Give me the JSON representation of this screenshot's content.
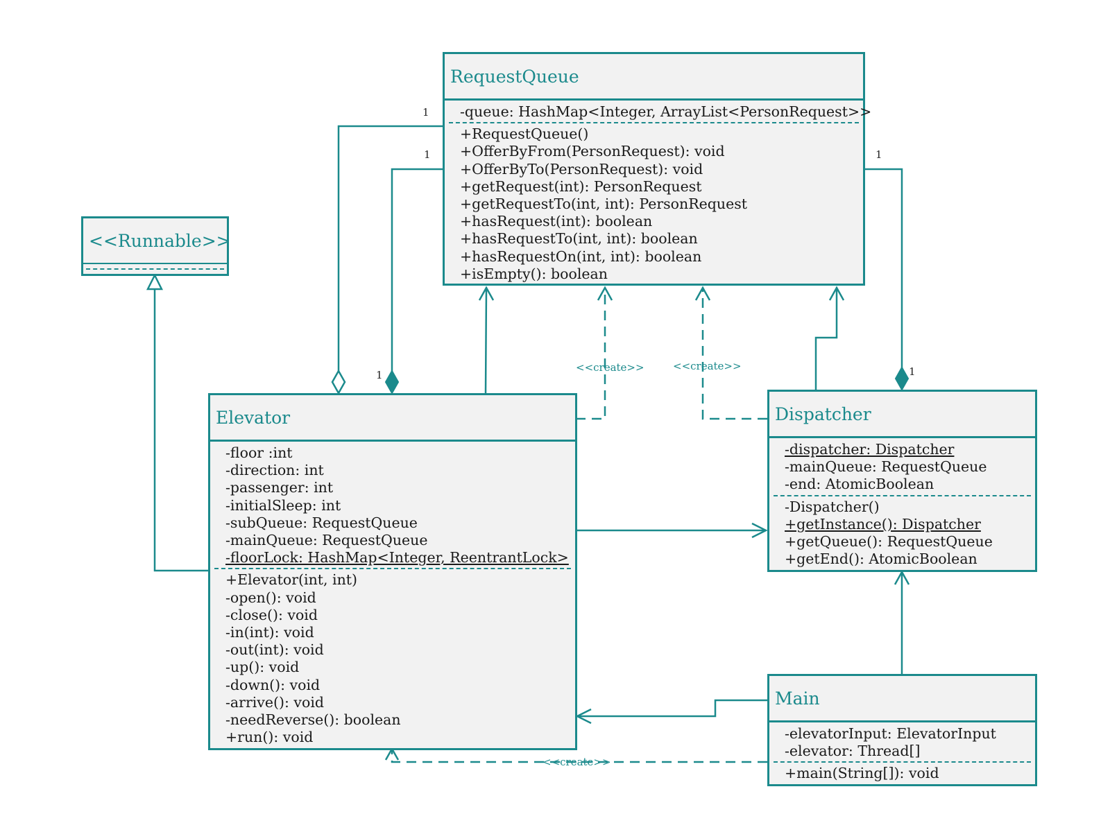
{
  "classes": {
    "request_queue": {
      "name": "RequestQueue",
      "attributes": [
        {
          "text": "-queue: HashMap<Integer, ArrayList<PersonRequest>>",
          "static": false
        }
      ],
      "methods": [
        {
          "text": "+RequestQueue()",
          "static": false
        },
        {
          "text": "+OfferByFrom(PersonRequest): void",
          "static": false
        },
        {
          "text": "+OfferByTo(PersonRequest): void",
          "static": false
        },
        {
          "text": "+getRequest(int): PersonRequest",
          "static": false
        },
        {
          "text": "+getRequestTo(int, int): PersonRequest",
          "static": false
        },
        {
          "text": "+hasRequest(int): boolean",
          "static": false
        },
        {
          "text": "+hasRequestTo(int, int): boolean",
          "static": false
        },
        {
          "text": "+hasRequestOn(int, int): boolean",
          "static": false
        },
        {
          "text": "+isEmpty(): boolean",
          "static": false
        }
      ]
    },
    "runnable": {
      "name": "<<Runnable>>",
      "attributes": [],
      "methods": []
    },
    "elevator": {
      "name": "Elevator",
      "attributes": [
        {
          "text": "-floor :int",
          "static": false
        },
        {
          "text": "-direction: int",
          "static": false
        },
        {
          "text": "-passenger: int",
          "static": false
        },
        {
          "text": "-initialSleep: int",
          "static": false
        },
        {
          "text": "-subQueue: RequestQueue",
          "static": false
        },
        {
          "text": "-mainQueue: RequestQueue",
          "static": false
        },
        {
          "text": "-floorLock: HashMap<Integer, ReentrantLock>",
          "static": true
        }
      ],
      "methods": [
        {
          "text": "+Elevator(int, int)",
          "static": false
        },
        {
          "text": "-open(): void",
          "static": false
        },
        {
          "text": "-close(): void",
          "static": false
        },
        {
          "text": "-in(int): void",
          "static": false
        },
        {
          "text": "-out(int): void",
          "static": false
        },
        {
          "text": "-up(): void",
          "static": false
        },
        {
          "text": "-down(): void",
          "static": false
        },
        {
          "text": "-arrive(): void",
          "static": false
        },
        {
          "text": "-needReverse(): boolean",
          "static": false
        },
        {
          "text": "+run(): void",
          "static": false
        }
      ]
    },
    "dispatcher": {
      "name": "Dispatcher",
      "attributes": [
        {
          "text": "-dispatcher: Dispatcher",
          "static": true
        },
        {
          "text": "-mainQueue: RequestQueue",
          "static": false
        },
        {
          "text": "-end: AtomicBoolean",
          "static": false
        }
      ],
      "methods": [
        {
          "text": "-Dispatcher()",
          "static": false
        },
        {
          "text": "+getInstance(): Dispatcher",
          "static": true
        },
        {
          "text": "+getQueue(): RequestQueue",
          "static": false
        },
        {
          "text": "+getEnd(): AtomicBoolean",
          "static": false
        }
      ]
    },
    "main": {
      "name": "Main",
      "attributes": [
        {
          "text": "-elevatorInput: ElevatorInput",
          "static": false
        },
        {
          "text": "-elevator: Thread[]",
          "static": false
        }
      ],
      "methods": [
        {
          "text": "+main(String[]): void",
          "static": false
        }
      ]
    }
  },
  "relations": {
    "create_label": "<<create>>",
    "multiplicities": {
      "rq_aggregation_end": "1",
      "rq_composition_end": "1",
      "elevator_composition_end": "1",
      "rq_dispatcher_end": "1",
      "dispatcher_composition_end": "1"
    }
  },
  "colors": {
    "accent": "#1b8a8c",
    "box_fill": "#f2f2f2",
    "text": "#1a1a1a"
  }
}
